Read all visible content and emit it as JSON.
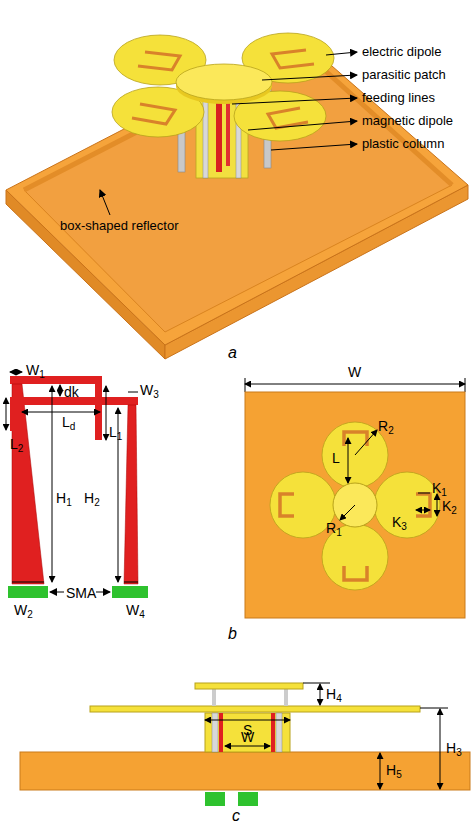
{
  "diagram": {
    "labels": [
      "electric dipole",
      "parasitic patch",
      "feeding lines",
      "magnetic dipole",
      "plastic column",
      "box-shaped reflector",
      "a",
      "W1",
      "dk",
      "W3",
      "Ld",
      "L2",
      "L1",
      "H1",
      "H2",
      "W2",
      "SMA",
      "W4",
      "W",
      "R2",
      "L",
      "K1",
      "K3",
      "K2",
      "R1",
      "b",
      "H4",
      "S",
      "H3",
      "W",
      "H5",
      "c"
    ]
  }
}
